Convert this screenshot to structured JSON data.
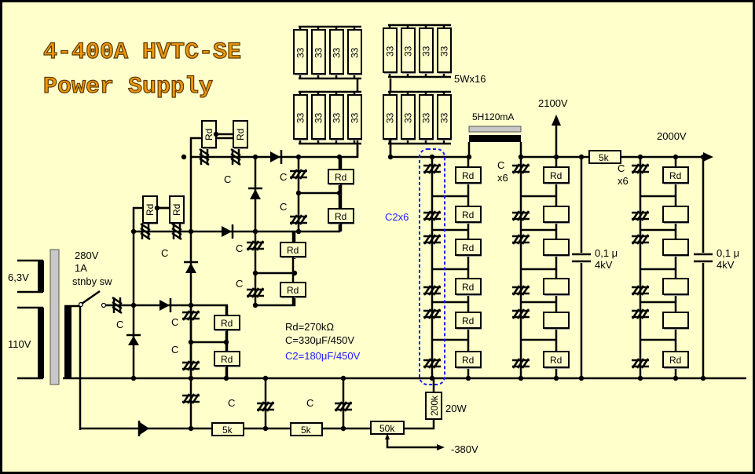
{
  "title": {
    "line1": "4-400A HVTC-SE",
    "line2": "Power Supply"
  },
  "colors": {
    "background": "#ffffcc",
    "border": "#000000",
    "title_fill": "#f0960a",
    "accent_blue": "#1a1aff",
    "core_gray": "#c8c8c8"
  },
  "transformer": {
    "heater_winding": "6,3V",
    "primary_winding": "110V",
    "secondary_rating_voltage": "280V",
    "secondary_rating_current": "1A",
    "standby_switch": "stnby sw"
  },
  "resistor_bank": {
    "label": "5Wx16",
    "values": [
      "33",
      "33",
      "33",
      "33",
      "33",
      "33",
      "33",
      "33",
      "33",
      "33",
      "33",
      "33",
      "33",
      "33",
      "33",
      "33"
    ]
  },
  "choke": {
    "label": "5H120mA"
  },
  "outputs": {
    "v1": "2100V",
    "v2": "2000V",
    "bias": "-380V"
  },
  "components": {
    "rd": "Rd",
    "c": "C",
    "c_x6_a": "C",
    "x6_a": "x6",
    "c_x6_b": "C",
    "x6_b": "x6",
    "c2x6": "C2x6",
    "filter_res": "5k",
    "bias_res1": "5k",
    "bias_res2": "5k",
    "bias_pot": "50k",
    "bleeder": "200k",
    "bleeder_power": "20W",
    "film_cap1_value": "0,1 μ",
    "film_cap1_voltage": "4kV",
    "film_cap2_value": "0,1 μ",
    "film_cap2_voltage": "4kV"
  },
  "legend": {
    "rd_value": "Rd=270kΩ",
    "c_value": "C=330μF/450V",
    "c2_value": "C2=180μF/450V"
  }
}
